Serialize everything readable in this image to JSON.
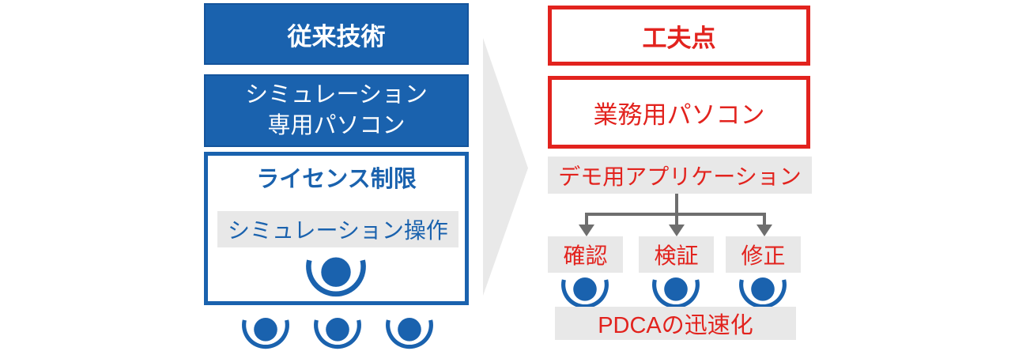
{
  "colors": {
    "blue": "#1a62ae",
    "blue_border": "#14549c",
    "red": "#e2231e",
    "gray_fill": "#e8e8e8",
    "arrow_fill": "#e9e9e9",
    "connector": "#6e6e6e"
  },
  "icons": {
    "person": "person-icon",
    "transition": "transition-arrow"
  },
  "left_panel": {
    "header": "従来技術",
    "sim_pc_line1": "シミュレーション",
    "sim_pc_line2": "専用パソコン",
    "license": {
      "title": "ライセンス制限",
      "operation": "シミュレーション操作"
    }
  },
  "right_panel": {
    "header": "工夫点",
    "business_pc": "業務用パソコン",
    "demo_app": "デモ用アプリケーション",
    "steps": [
      {
        "label": "確認"
      },
      {
        "label": "検証"
      },
      {
        "label": "修正"
      }
    ],
    "footer": "PDCAの迅速化"
  }
}
